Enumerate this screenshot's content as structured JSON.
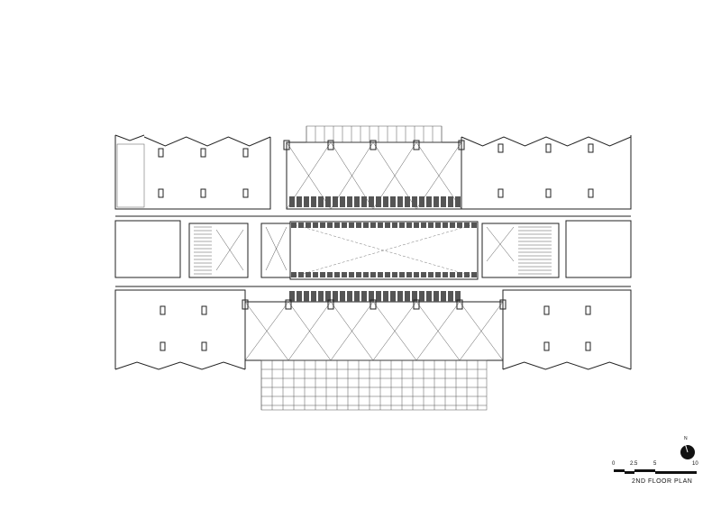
{
  "drawing": {
    "title": "2ND FLOOR PLAN",
    "north_label": "N",
    "scale_ticks": [
      "0",
      "2.5",
      "5",
      "10"
    ],
    "line_color": "#222222",
    "fill_color": "#555555"
  }
}
